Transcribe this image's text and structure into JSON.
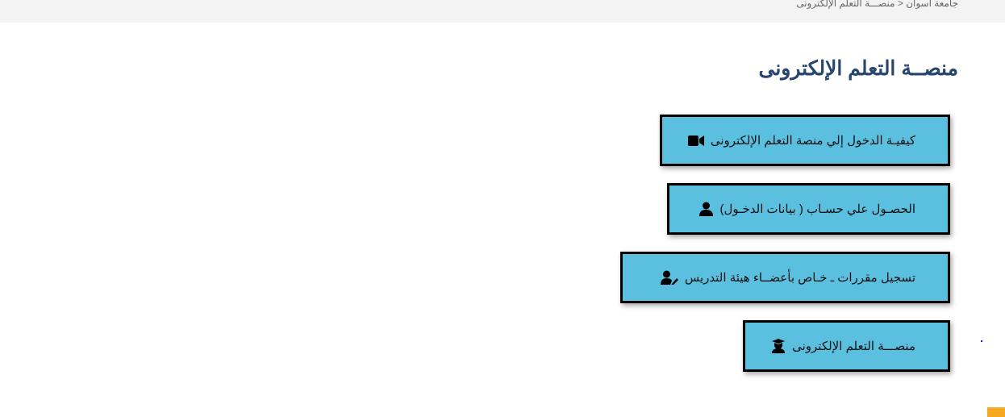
{
  "breadcrumb": {
    "home": "جامعة اسوان",
    "separator": " < ",
    "current": "منصـــة التعلم الإلكترونى"
  },
  "page_title": "منصــة التعلم الإلكترونى",
  "buttons": [
    {
      "label": "كيفيـة الدخول إلي منصة التعلم الإلكترونى",
      "icon": "video-icon"
    },
    {
      "label": "الحصـول علي حسـاب ( بيانات الدخـول)",
      "icon": "user-icon"
    },
    {
      "label": "تسجيل مقررات ـ خـاص بأعضــاء هيئة التدريس",
      "icon": "user-edit-icon"
    },
    {
      "label": "منصـــة التعلم الإلكترونى",
      "icon": "graduate-icon"
    }
  ],
  "colors": {
    "button_bg": "#5bbfdf",
    "title": "#27466f",
    "accent": "#f7a823"
  }
}
